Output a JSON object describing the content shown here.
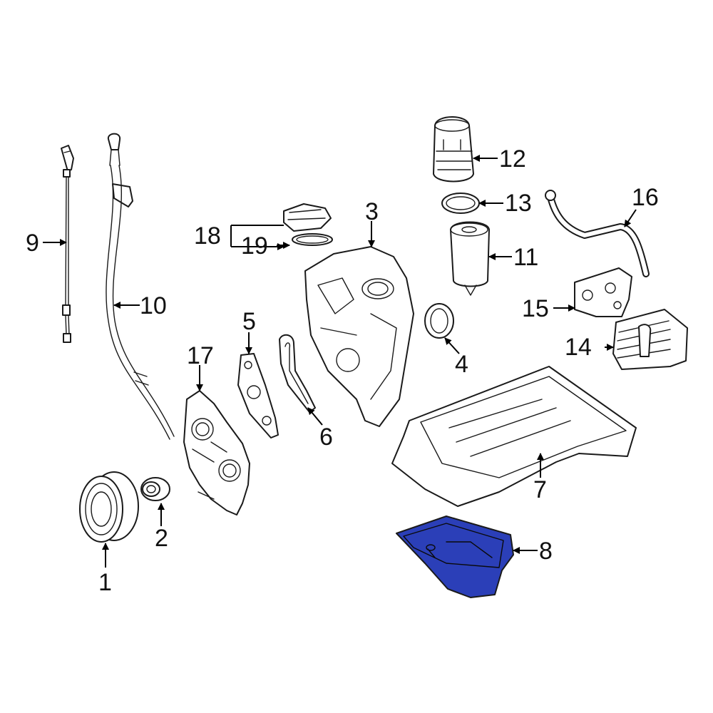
{
  "diagram": {
    "highlight_color": "#2b3fb8",
    "highlighted_part": "8",
    "callouts": {
      "c1": "1",
      "c2": "2",
      "c3": "3",
      "c4": "4",
      "c5": "5",
      "c6": "6",
      "c7": "7",
      "c8": "8",
      "c9": "9",
      "c10": "10",
      "c11": "11",
      "c12": "12",
      "c13": "13",
      "c14": "14",
      "c15": "15",
      "c16": "16",
      "c17": "17",
      "c18": "18",
      "c19": "19"
    }
  }
}
